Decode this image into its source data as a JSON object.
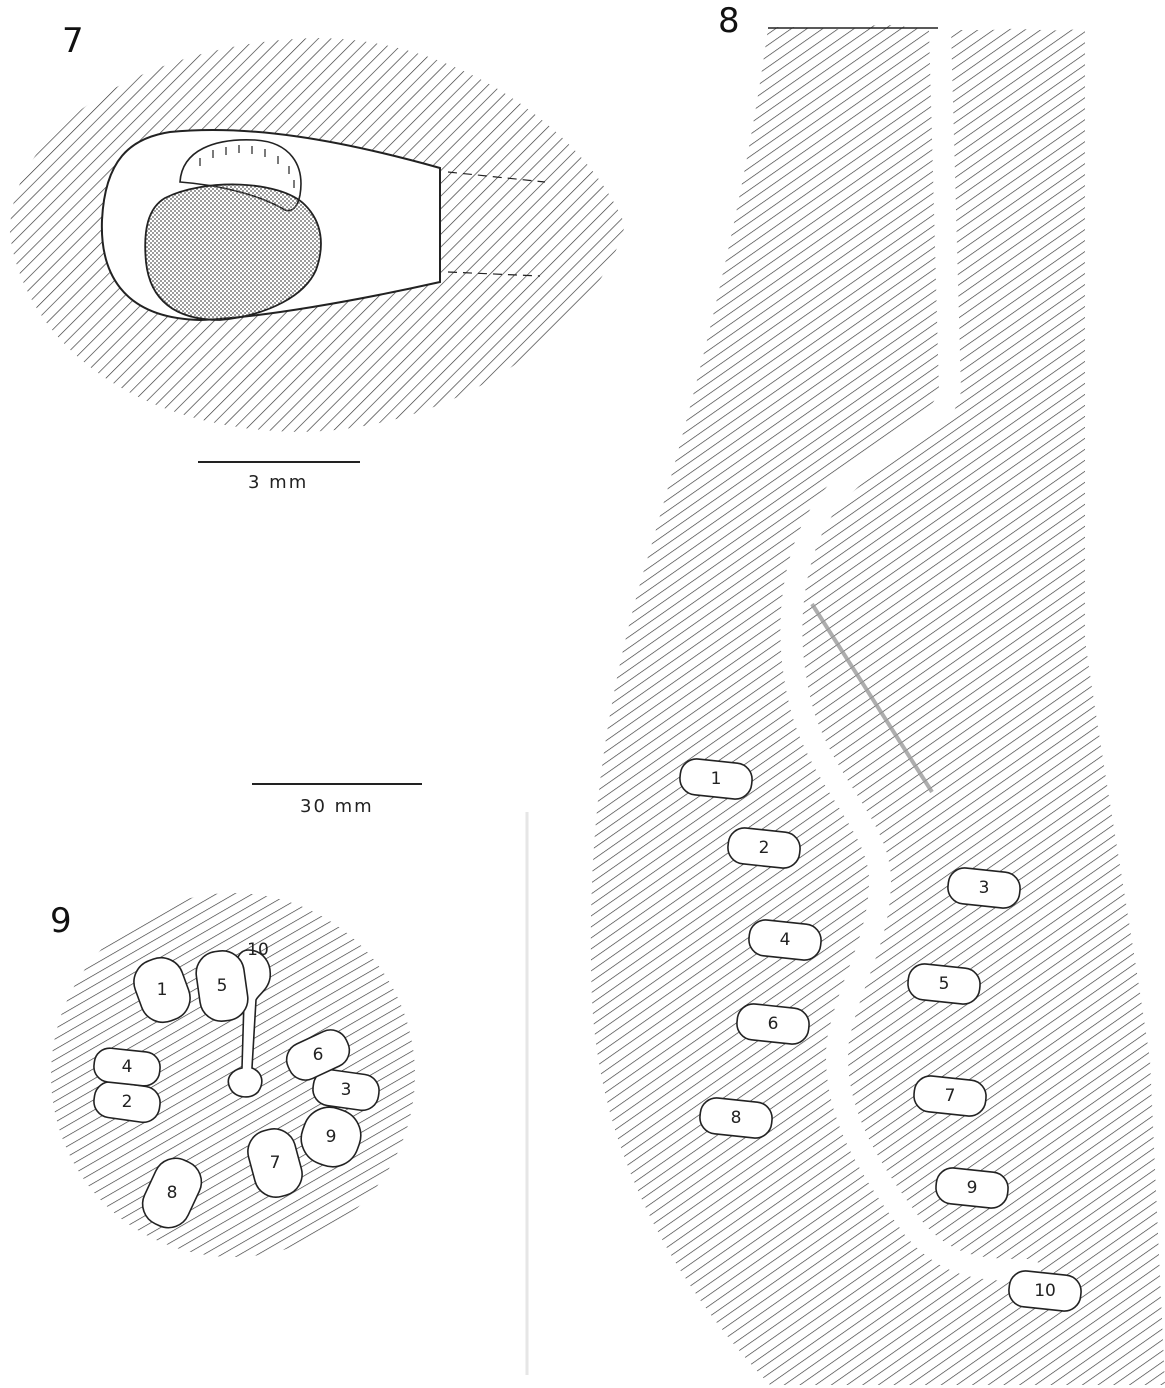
{
  "figures": {
    "fig7": {
      "number": "7",
      "scale_label": "3 mm"
    },
    "fig8": {
      "number": "8"
    },
    "fig9": {
      "number": "9"
    }
  },
  "shared_scale_label": "30 mm",
  "fig8_pits": [
    "1",
    "2",
    "3",
    "4",
    "5",
    "6",
    "7",
    "8",
    "9",
    "10"
  ],
  "fig9_pits": [
    "1",
    "2",
    "3",
    "4",
    "5",
    "6",
    "7",
    "8",
    "9",
    "10"
  ],
  "colors": {
    "ink": "#222222",
    "hatch": "#333333",
    "stipple": "#555555",
    "paper": "#ffffff"
  }
}
